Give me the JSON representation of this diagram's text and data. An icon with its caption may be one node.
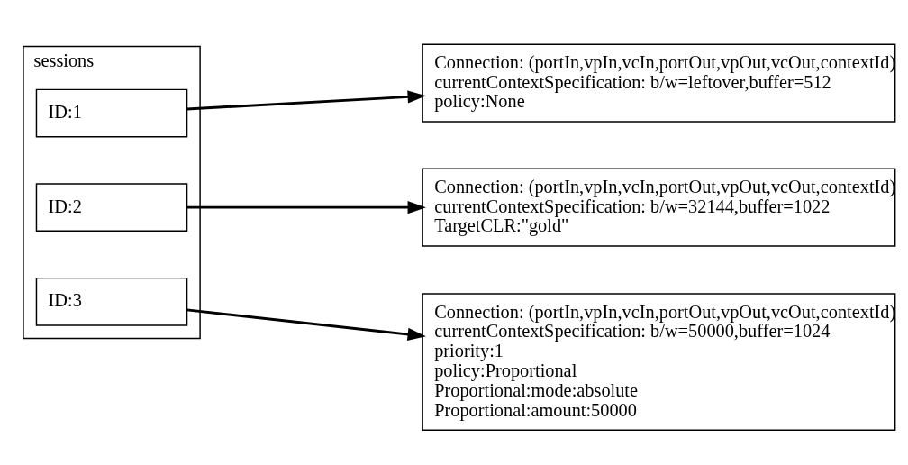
{
  "diagram": {
    "nodes": [
      {
        "text": [
          "sessions"
        ]
      },
      {
        "text": [
          "ID:1"
        ],
        "in": 0
      },
      {
        "text": [
          "ID:2"
        ],
        "in": 0
      },
      {
        "text": [
          "ID:3"
        ],
        "in": 0
      },
      {
        "text": [
          "Connection: (portIn,vpIn,vcIn,portOut,vpOut,vcOut,contextId)",
          "currentContextSpecification: b/w=leftover,buffer=512",
          "policy:None"
        ]
      },
      {
        "text": [
          "Connection: (portIn,vpIn,vcIn,portOut,vpOut,vcOut,contextId)",
          "currentContextSpecification: b/w=32144,buffer=1022",
          "TargetCLR:\"gold\""
        ]
      },
      {
        "text": [
          "Connection: (portIn,vpIn,vcIn,portOut,vpOut,vcOut,contextId)",
          "currentContextSpecification: b/w=50000,buffer=1024",
          "priority:1",
          "policy:Proportional",
          "Proportional:mode:absolute",
          "Proportional:amount:50000"
        ]
      }
    ],
    "edges": [
      {
        "from": 1,
        "to": 4,
        "arrow": "to"
      },
      {
        "from": 2,
        "to": 5,
        "arrow": "to"
      },
      {
        "from": 3,
        "to": 6,
        "arrow": "to"
      }
    ]
  }
}
